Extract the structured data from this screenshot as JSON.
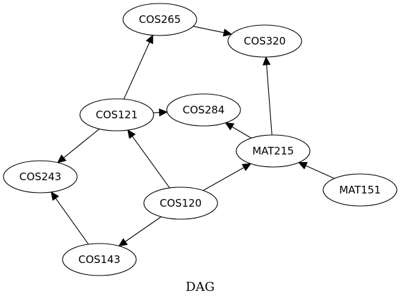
{
  "graph": {
    "caption": "DAG",
    "nodes": [
      {
        "id": "COS265",
        "label": "COS265"
      },
      {
        "id": "COS320",
        "label": "COS320"
      },
      {
        "id": "COS121",
        "label": "COS121"
      },
      {
        "id": "COS284",
        "label": "COS284"
      },
      {
        "id": "MAT215",
        "label": "MAT215"
      },
      {
        "id": "COS243",
        "label": "COS243"
      },
      {
        "id": "MAT151",
        "label": "MAT151"
      },
      {
        "id": "COS120",
        "label": "COS120"
      },
      {
        "id": "COS143",
        "label": "COS143"
      }
    ],
    "edges": [
      {
        "from": "COS121",
        "to": "COS265"
      },
      {
        "from": "COS265",
        "to": "COS320"
      },
      {
        "from": "COS121",
        "to": "COS284"
      },
      {
        "from": "COS121",
        "to": "COS243"
      },
      {
        "from": "COS120",
        "to": "COS121"
      },
      {
        "from": "COS120",
        "to": "MAT215"
      },
      {
        "from": "COS120",
        "to": "COS143"
      },
      {
        "from": "COS143",
        "to": "COS243"
      },
      {
        "from": "MAT215",
        "to": "COS284"
      },
      {
        "from": "MAT215",
        "to": "COS320"
      },
      {
        "from": "MAT151",
        "to": "MAT215"
      }
    ]
  }
}
